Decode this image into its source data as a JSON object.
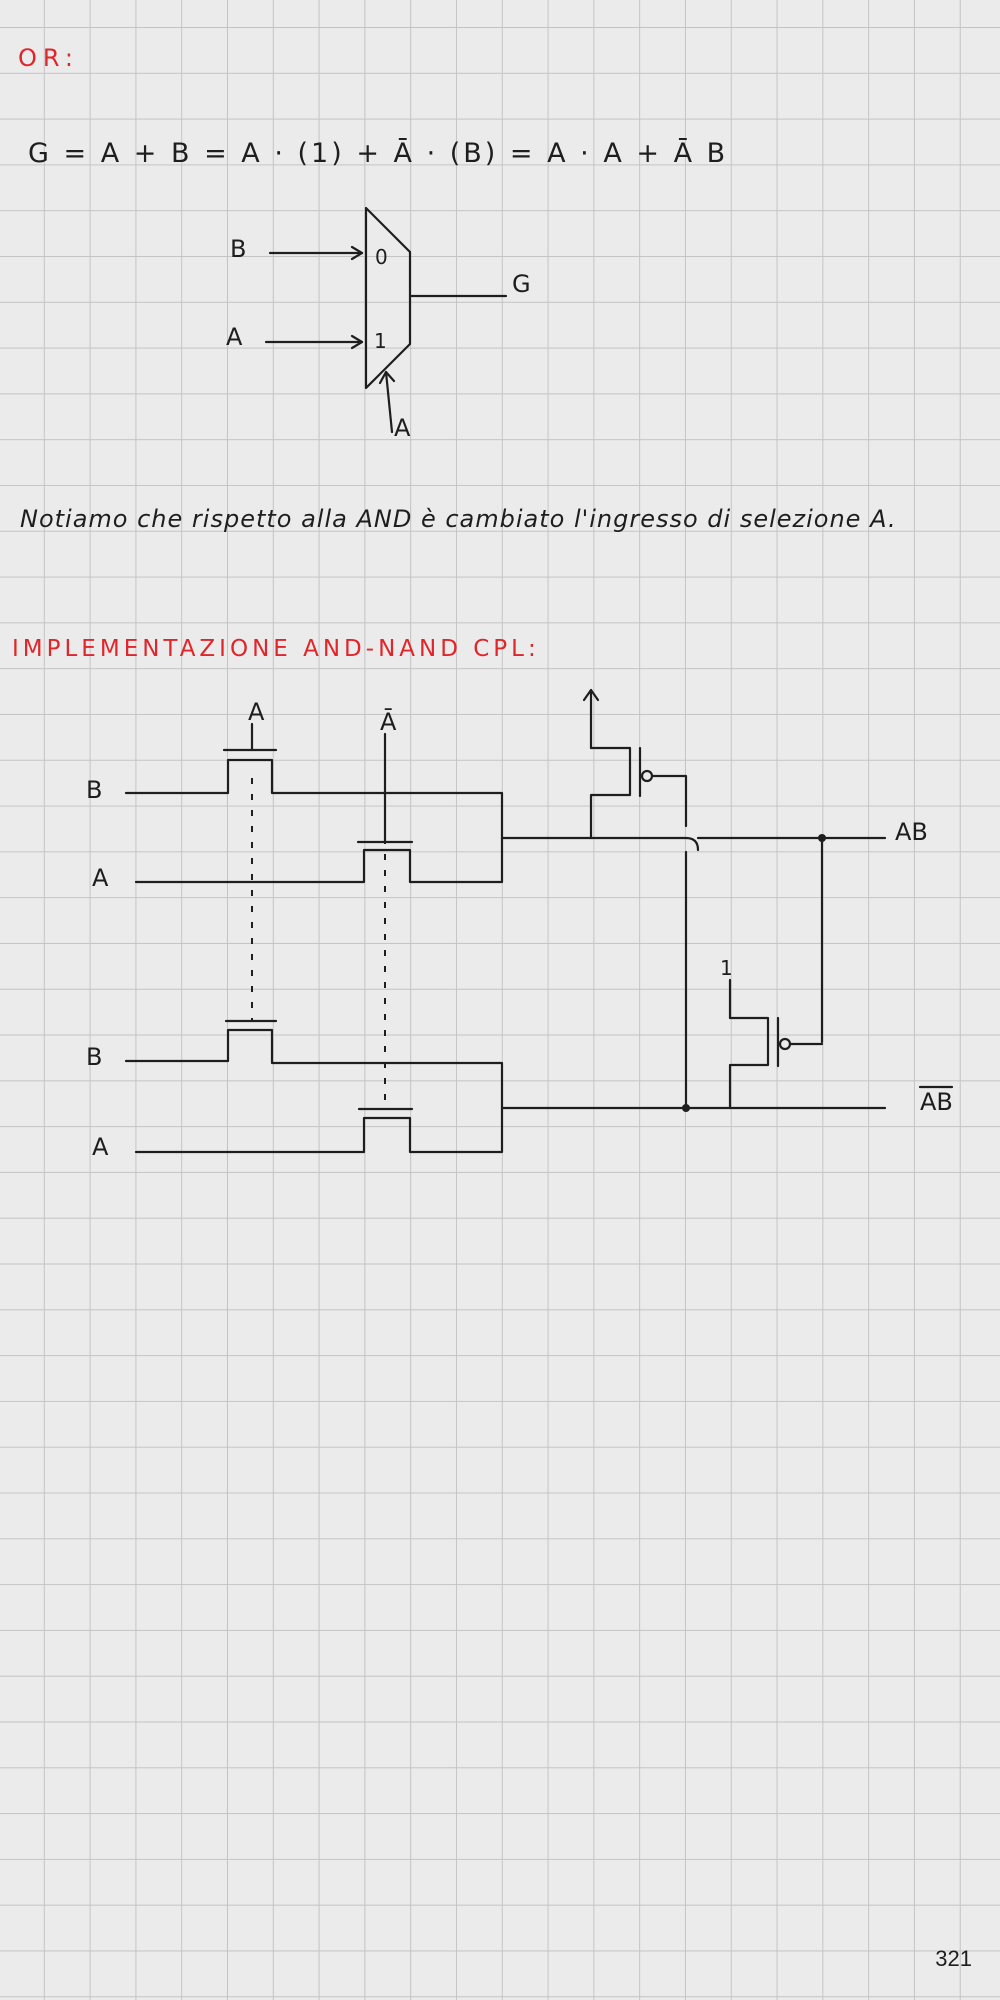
{
  "or_section": {
    "title": "OR:",
    "formula": "G = A + B = A · (1) + Ā · (B) = A · A + Ā B",
    "mux": {
      "input_0_label": "B",
      "input_1_label": "A",
      "port_0": "0",
      "port_1": "1",
      "output_label": "G",
      "select_label": "A"
    }
  },
  "note": {
    "text": "Notiamo che rispetto alla AND è cambiato l'ingresso di selezione A."
  },
  "cpl_section": {
    "title": "IMPLEMENTAZIONE AND-NAND CPL:",
    "gate_label_a": "A",
    "gate_label_abar": "Ā",
    "top_input_b": "B",
    "top_input_a": "A",
    "bottom_input_b": "B",
    "bottom_input_a": "A",
    "output_and": "AB",
    "output_nand": "AB",
    "vdd_label": "1"
  },
  "footer": {
    "page_number": "321",
    "colors": {
      "heading": "#e0262a",
      "ink": "#1e1e1e",
      "grid": "#c4c4c4",
      "paper": "#ebebeb"
    }
  }
}
